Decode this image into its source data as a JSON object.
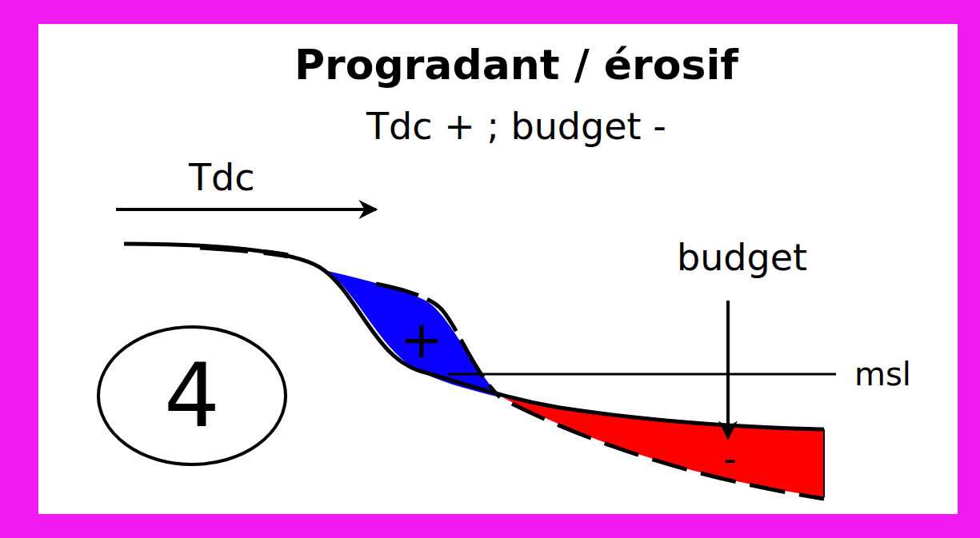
{
  "diagram": {
    "title": "Progradant / érosif",
    "nodes": [
      {
        "text": [
          "4"
        ]
      }
    ],
    "labels": [
      "Tdc + ; budget -",
      "Tdc",
      "budget",
      "+",
      "-",
      "msl"
    ]
  }
}
